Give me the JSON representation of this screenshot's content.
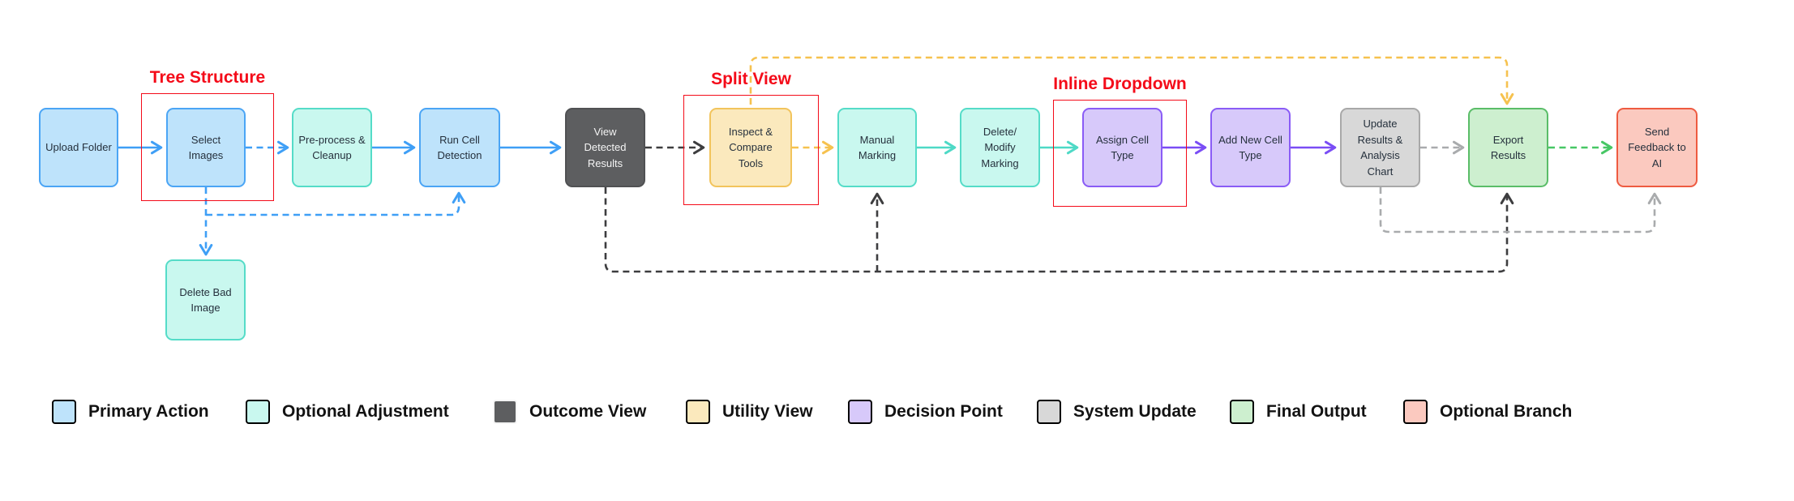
{
  "diagram": {
    "nodes": [
      {
        "id": "upload-folder",
        "label": "Upload Folder",
        "type": "primary"
      },
      {
        "id": "select-images",
        "label": "Select Images",
        "type": "primary"
      },
      {
        "id": "pre-process-cleanup",
        "label": "Pre-process & Cleanup",
        "type": "optional"
      },
      {
        "id": "run-cell-detection",
        "label": "Run Cell Detection",
        "type": "primary"
      },
      {
        "id": "view-detected-results",
        "label": "View Detected Results",
        "type": "outcome"
      },
      {
        "id": "inspect-compare-tools",
        "label": "Inspect & Compare Tools",
        "type": "utility"
      },
      {
        "id": "manual-marking",
        "label": "Manual Marking",
        "type": "optional"
      },
      {
        "id": "delete-modify-marking",
        "label": "Delete/ Modify Marking",
        "type": "optional"
      },
      {
        "id": "assign-cell-type",
        "label": "Assign Cell Type",
        "type": "decision"
      },
      {
        "id": "add-new-cell-type",
        "label": "Add New Cell Type",
        "type": "decision"
      },
      {
        "id": "update-results-chart",
        "label": "Update Results & Analysis Chart",
        "type": "system"
      },
      {
        "id": "export-results",
        "label": "Export Results",
        "type": "final"
      },
      {
        "id": "send-feedback-ai",
        "label": "Send Feedback to AI",
        "type": "branch"
      },
      {
        "id": "delete-bad-image",
        "label": "Delete Bad Image",
        "type": "optional"
      }
    ],
    "annotations": [
      {
        "label": "Tree Structure",
        "target": "select-images"
      },
      {
        "label": "Split View",
        "target": "inspect-compare-tools"
      },
      {
        "label": "Inline Dropdown",
        "target": "assign-cell-type"
      }
    ],
    "edges": [
      {
        "from": "upload-folder",
        "to": "select-images",
        "style": "solid",
        "color": "blue"
      },
      {
        "from": "select-images",
        "to": "pre-process-cleanup",
        "style": "dashed",
        "color": "blue"
      },
      {
        "from": "pre-process-cleanup",
        "to": "run-cell-detection",
        "style": "solid",
        "color": "blue"
      },
      {
        "from": "run-cell-detection",
        "to": "view-detected-results",
        "style": "solid",
        "color": "blue"
      },
      {
        "from": "view-detected-results",
        "to": "inspect-compare-tools",
        "style": "dashed",
        "color": "dark"
      },
      {
        "from": "inspect-compare-tools",
        "to": "manual-marking",
        "style": "dashed",
        "color": "yellow"
      },
      {
        "from": "manual-marking",
        "to": "delete-modify-marking",
        "style": "solid",
        "color": "teal"
      },
      {
        "from": "delete-modify-marking",
        "to": "assign-cell-type",
        "style": "solid",
        "color": "teal"
      },
      {
        "from": "assign-cell-type",
        "to": "add-new-cell-type",
        "style": "solid",
        "color": "purple"
      },
      {
        "from": "add-new-cell-type",
        "to": "update-results-chart",
        "style": "solid",
        "color": "purple"
      },
      {
        "from": "update-results-chart",
        "to": "export-results",
        "style": "dashed",
        "color": "gray"
      },
      {
        "from": "export-results",
        "to": "send-feedback-ai",
        "style": "dashed",
        "color": "green"
      },
      {
        "from": "select-images",
        "to": "delete-bad-image",
        "style": "dashed",
        "color": "blue"
      },
      {
        "from": "select-images",
        "to": "run-cell-detection",
        "style": "dashed",
        "color": "blue",
        "route": "below"
      },
      {
        "from": "inspect-compare-tools",
        "to": "export-results",
        "style": "dashed",
        "color": "yellow",
        "route": "above"
      },
      {
        "from": "view-detected-results",
        "to": "manual-marking",
        "style": "dashed",
        "color": "dark",
        "route": "below"
      },
      {
        "from": "view-detected-results",
        "to": "export-results",
        "style": "dashed",
        "color": "dark",
        "route": "below"
      },
      {
        "from": "update-results-chart",
        "to": "send-feedback-ai",
        "style": "dashed",
        "color": "gray",
        "route": "below"
      }
    ]
  },
  "legend": {
    "items": [
      {
        "label": "Primary Action",
        "type": "primary"
      },
      {
        "label": "Optional Adjustment",
        "type": "optional"
      },
      {
        "label": "Outcome View",
        "type": "outcome"
      },
      {
        "label": "Utility View",
        "type": "utility"
      },
      {
        "label": "Decision Point",
        "type": "decision"
      },
      {
        "label": "System Update",
        "type": "system"
      },
      {
        "label": "Final Output",
        "type": "final"
      },
      {
        "label": "Optional Branch",
        "type": "branch"
      }
    ]
  },
  "colors": {
    "primary_fill": "#bee3fb",
    "primary_border": "#4ba5f5",
    "optional_fill": "#c9f8ef",
    "optional_border": "#55dcc8",
    "outcome_fill": "#5d5e60",
    "outcome_border": "#505153",
    "utility_fill": "#fbe9bd",
    "utility_border": "#f2c45c",
    "decision_fill": "#d7c9fa",
    "decision_border": "#8a5cf6",
    "system_fill": "#d8d8d8",
    "system_border": "#a8a8a8",
    "final_fill": "#cdefcf",
    "final_border": "#5abd68",
    "branch_fill": "#fbc9bf",
    "branch_border": "#ee5b41",
    "annotation_red": "#f40b19",
    "arrow_blue": "#3f9ff6",
    "arrow_teal": "#4ed9c6",
    "arrow_purple": "#7a4df5",
    "arrow_dark": "#3d3d3f",
    "arrow_yellow": "#f6c24f",
    "arrow_gray": "#a9abad",
    "arrow_green": "#47c765"
  }
}
